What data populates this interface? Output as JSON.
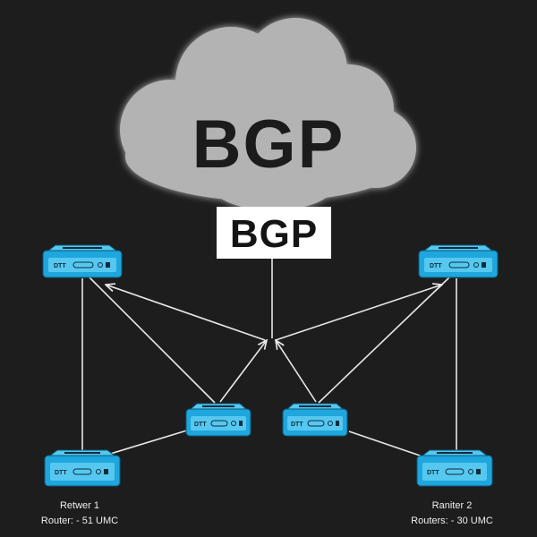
{
  "cloud": {
    "label": "BGP",
    "fill": "#b3b3b3"
  },
  "protocol_box": {
    "label": "BGP"
  },
  "router_label": "DTT",
  "captions": {
    "left": {
      "name": "Retwer 1",
      "detail": "Router: - 51 UMC"
    },
    "right": {
      "name": "Raniter 2",
      "detail": "Routers: - 30 UMC"
    }
  },
  "colors": {
    "background": "#1d1d1d",
    "router_fill": "#1ea6dd",
    "router_face": "#56c8f0",
    "link": "#e8e8e8"
  }
}
